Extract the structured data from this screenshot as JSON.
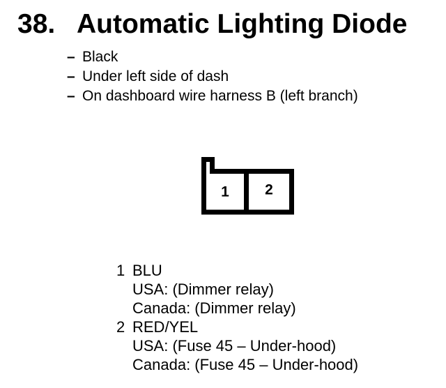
{
  "page": {
    "background": "#ffffff",
    "text_color": "#000000"
  },
  "heading": {
    "number": "38.",
    "title": "Automatic Lighting Diode"
  },
  "bullets": [
    {
      "dash": "–",
      "text": "Black"
    },
    {
      "dash": "–",
      "text": "Under left side of dash"
    },
    {
      "dash": "–",
      "text": "On dashboard wire harness B (left branch)"
    }
  ],
  "connector": {
    "description": "2-cavity connector outline with keying tab at top left",
    "outline_color": "#000000",
    "cavities": [
      {
        "label": "1"
      },
      {
        "label": "2"
      }
    ]
  },
  "pins": [
    {
      "number": "1",
      "wire": "BLU",
      "usa": "USA: (Dimmer relay)",
      "canada": "Canada: (Dimmer relay)"
    },
    {
      "number": "2",
      "wire": "RED/YEL",
      "usa": "USA: (Fuse 45 – Under-hood)",
      "canada": "Canada: (Fuse 45 – Under-hood)"
    }
  ]
}
